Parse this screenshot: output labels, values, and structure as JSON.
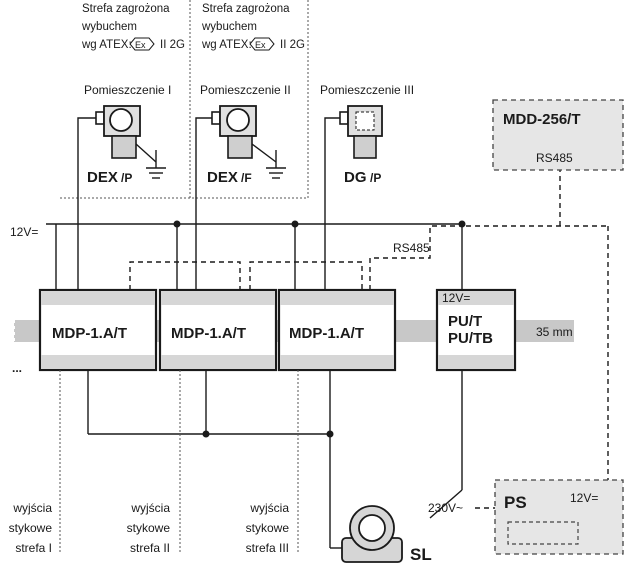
{
  "zones": [
    {
      "line1": "Strefa zagrożona",
      "line2": "wybuchem",
      "line3": "wg ATEX:",
      "mark": "Ex",
      "cat": "II 2G"
    },
    {
      "line1": "Strefa zagrożona",
      "line2": "wybuchem",
      "line3": "wg ATEX:",
      "mark": "Ex",
      "cat": "II 2G"
    }
  ],
  "rooms": [
    "Pomieszczenie I",
    "Pomieszczenie II",
    "Pomieszczenie III"
  ],
  "detectors": [
    {
      "name": "DEX",
      "suffix": "/P"
    },
    {
      "name": "DEX",
      "suffix": "/F"
    },
    {
      "name": "DG",
      "suffix": "/P"
    }
  ],
  "supply_label": "12V=",
  "rs485_label": "RS485",
  "modules": [
    "MDP-1.A/T",
    "MDP-1.A/T",
    "MDP-1.A/T"
  ],
  "pu": {
    "top": "12V=",
    "line1": "PU/T",
    "line2": "PU/TB"
  },
  "rail_label": "35 mm",
  "ellipsis": "...",
  "mdd": {
    "title": "MDD-256/T",
    "sub": "RS485"
  },
  "ps": {
    "title": "PS",
    "volt": "12V="
  },
  "mains_label": "230V~",
  "outputs": [
    {
      "l1": "wyjścia",
      "l2": "stykowe",
      "l3": "strefa I"
    },
    {
      "l1": "wyjścia",
      "l2": "stykowe",
      "l3": "strefa II"
    },
    {
      "l1": "wyjścia",
      "l2": "stykowe",
      "l3": "strefa III"
    }
  ],
  "siren": "SL"
}
